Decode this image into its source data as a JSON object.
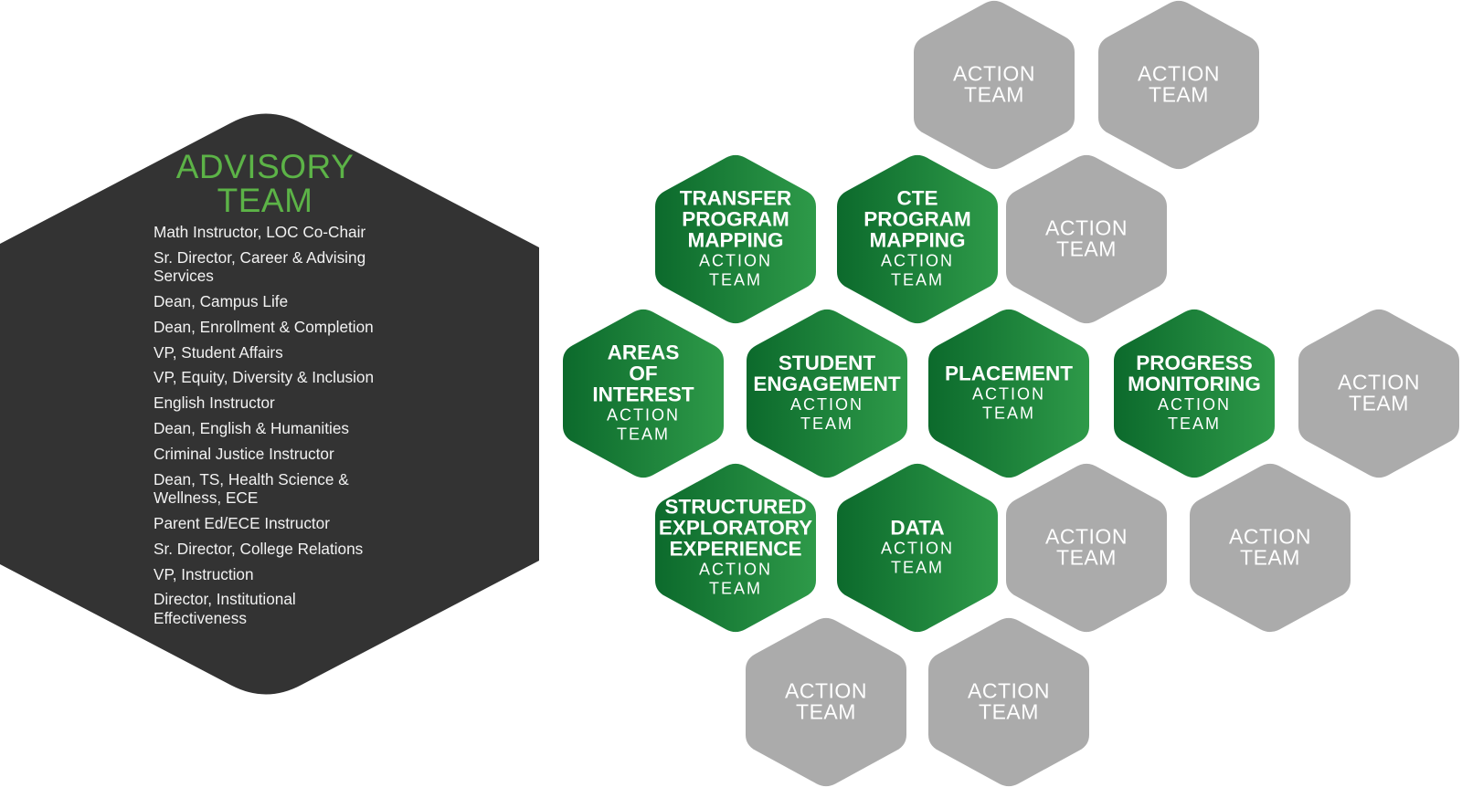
{
  "advisory": {
    "title_line1": "ADVISORY",
    "title_line2": "TEAM",
    "members": [
      "Math Instructor, LOC  Co-Chair",
      "Sr. Director, Career & Advising Services",
      "Dean, Campus Life",
      "Dean, Enrollment & Completion",
      "VP, Student Affairs",
      "VP, Equity, Diversity & Inclusion",
      "English Instructor",
      "Dean, English & Humanities",
      "Criminal Justice Instructor",
      "Dean, TS, Health Science & Wellness, ECE",
      "Parent Ed/ECE Instructor",
      "Sr. Director, College Relations",
      "VP, Instruction",
      "Director, Institutional Effectiveness"
    ]
  },
  "colors": {
    "advisory_fill": "#333333",
    "advisory_title": "#5cb347",
    "green_dark": "#0c6a2c",
    "green_light": "#2e9a49",
    "gray": "#ababab"
  },
  "hexes": [
    {
      "name": "hex-gray-1",
      "kind": "gray",
      "lines": [
        "ACTION",
        "TEAM"
      ]
    },
    {
      "name": "hex-gray-2",
      "kind": "gray",
      "lines": [
        "ACTION",
        "TEAM"
      ]
    },
    {
      "name": "hex-transfer",
      "kind": "green",
      "lines": [
        "TRANSFER",
        "PROGRAM",
        "MAPPING"
      ],
      "sub": [
        "ACTION",
        "TEAM"
      ]
    },
    {
      "name": "hex-cte",
      "kind": "green",
      "lines": [
        "CTE",
        "PROGRAM",
        "MAPPING"
      ],
      "sub": [
        "ACTION",
        "TEAM"
      ]
    },
    {
      "name": "hex-gray-3",
      "kind": "gray",
      "lines": [
        "ACTION",
        "TEAM"
      ]
    },
    {
      "name": "hex-areas-of-interest",
      "kind": "green",
      "lines": [
        "AREAS",
        "OF",
        "INTEREST"
      ],
      "sub": [
        "ACTION",
        "TEAM"
      ]
    },
    {
      "name": "hex-student-engagement",
      "kind": "green",
      "lines": [
        "STUDENT",
        "ENGAGEMENT"
      ],
      "sub": [
        "ACTION",
        "TEAM"
      ]
    },
    {
      "name": "hex-placement",
      "kind": "green",
      "lines": [
        "PLACEMENT"
      ],
      "sub": [
        "ACTION",
        "TEAM"
      ]
    },
    {
      "name": "hex-progress-monitoring",
      "kind": "green",
      "lines": [
        "PROGRESS",
        "MONITORING"
      ],
      "sub": [
        "ACTION",
        "TEAM"
      ]
    },
    {
      "name": "hex-gray-4",
      "kind": "gray",
      "lines": [
        "ACTION",
        "TEAM"
      ]
    },
    {
      "name": "hex-structured-exploratory",
      "kind": "green",
      "lines": [
        "STRUCTURED",
        "EXPLORATORY",
        "EXPERIENCE"
      ],
      "sub": [
        "ACTION",
        "TEAM"
      ]
    },
    {
      "name": "hex-data",
      "kind": "green",
      "lines": [
        "DATA"
      ],
      "sub": [
        "ACTION",
        "TEAM"
      ]
    },
    {
      "name": "hex-gray-5",
      "kind": "gray",
      "lines": [
        "ACTION",
        "TEAM"
      ]
    },
    {
      "name": "hex-gray-6",
      "kind": "gray",
      "lines": [
        "ACTION",
        "TEAM"
      ]
    },
    {
      "name": "hex-gray-7",
      "kind": "gray",
      "lines": [
        "ACTION",
        "TEAM"
      ]
    },
    {
      "name": "hex-gray-8",
      "kind": "gray",
      "lines": [
        "ACTION",
        "TEAM"
      ]
    }
  ]
}
